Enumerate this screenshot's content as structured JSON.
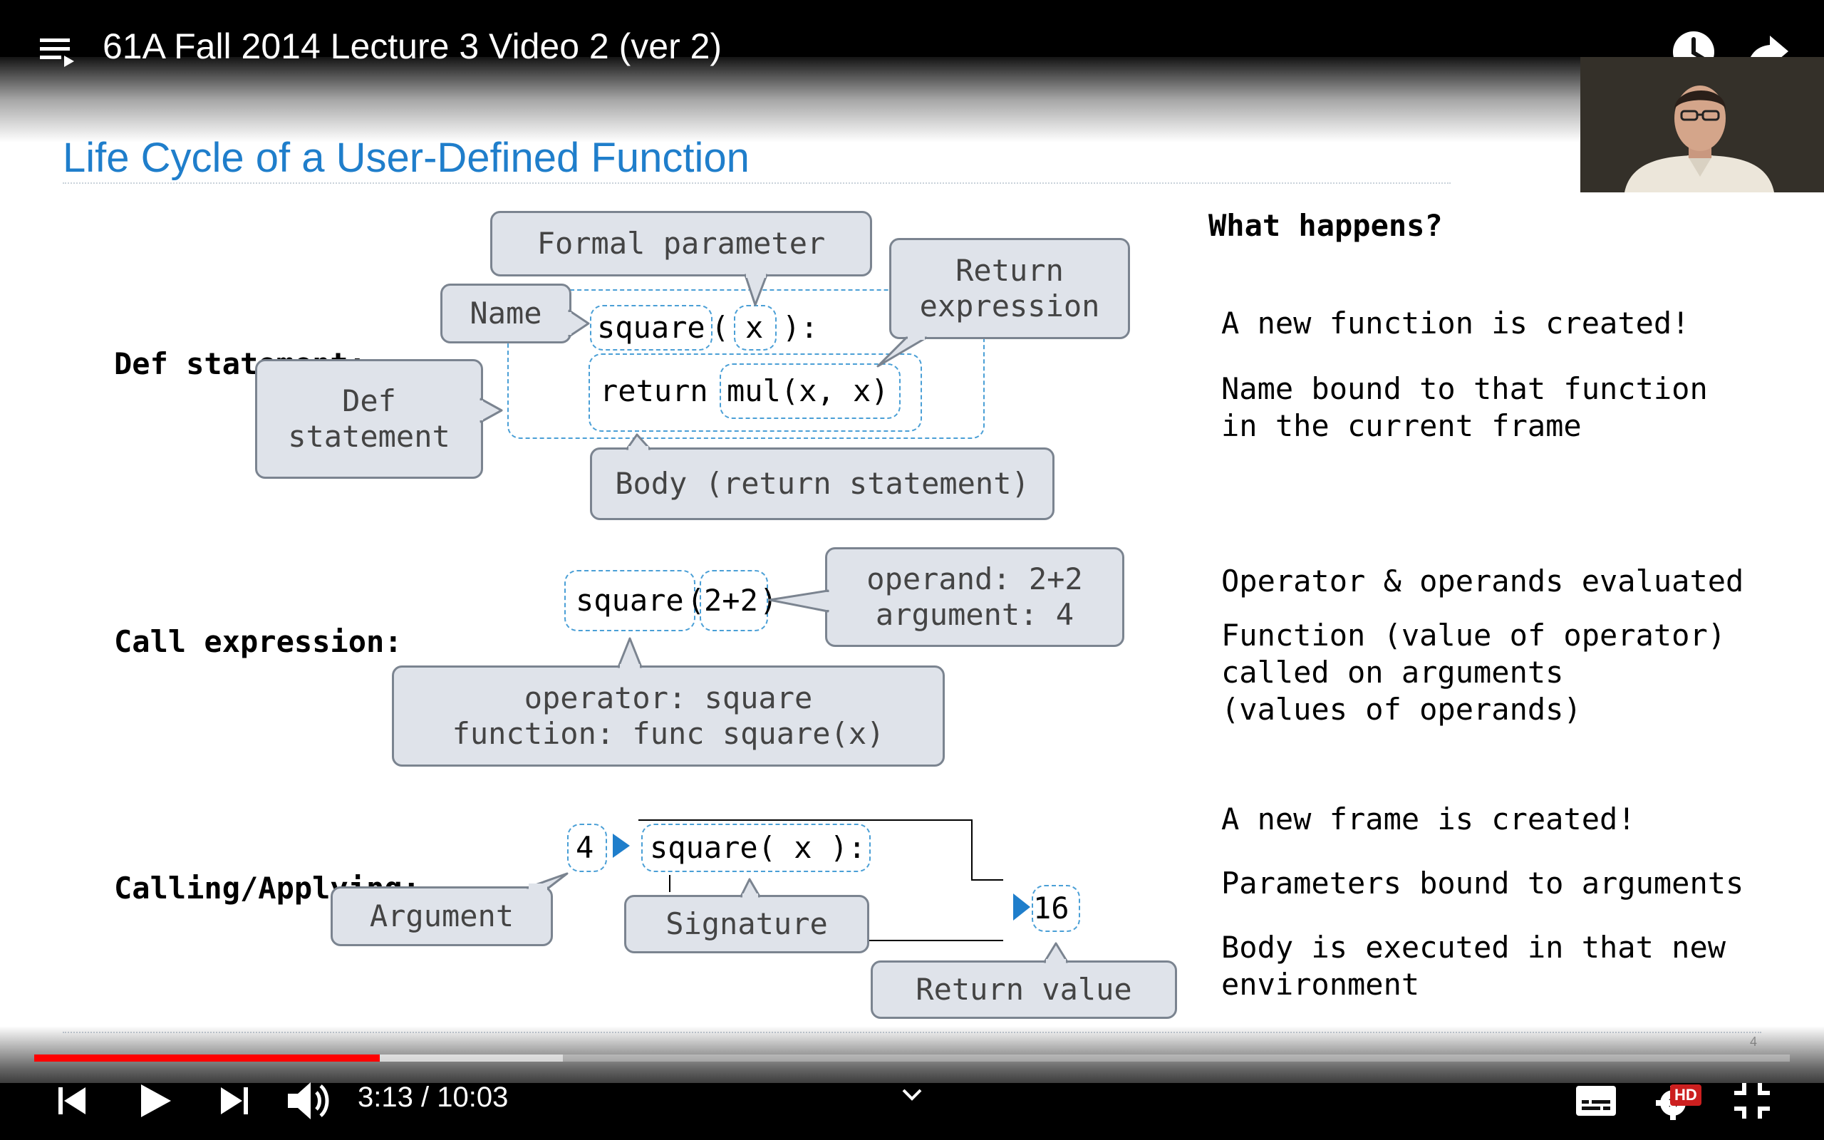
{
  "player": {
    "video_title": "61A Fall 2014 Lecture 3 Video 2 (ver 2)",
    "time_current": "3:13",
    "time_separator": "/",
    "time_total": "10:03",
    "progress_played": 0.197,
    "progress_buffered": 0.301,
    "quality_badge": "HD",
    "colors": {
      "progress": "#ff0000",
      "badge": "#cc1f1f"
    }
  },
  "slide": {
    "title": "Life Cycle of a User-Defined Function",
    "slide_number": "4",
    "sections": {
      "def": {
        "label": "Def statement:",
        "sig_name": "square",
        "sig_open": "(",
        "sig_param": "x",
        "sig_close": "):",
        "return_kw": "return",
        "return_expr": "mul(x, x)",
        "bubble_formal_parameter": "Formal parameter",
        "bubble_name": "Name",
        "bubble_return_expression": "Return\nexpression",
        "bubble_def_statement": "Def\nstatement",
        "bubble_body": "Body (return statement)"
      },
      "call": {
        "label": "Call expression:",
        "operator": "square",
        "paren_open": "(",
        "operand": "2+2",
        "paren_close": ")",
        "bubble_operand": "operand: 2+2\nargument: 4",
        "bubble_operator": "operator: square\nfunction: func square(x)"
      },
      "apply": {
        "label": "Calling/Applying:",
        "argument_value": "4",
        "signature": "square( x ):",
        "return_value": "16",
        "bubble_argument": "Argument",
        "bubble_signature": "Signature",
        "bubble_return_value": "Return value"
      }
    },
    "right_column": {
      "heading": "What happens?",
      "def_lines": [
        "A new function is created!",
        "Name bound to that function\nin the current frame"
      ],
      "call_lines": [
        "Operator & operands evaluated",
        "Function (value of operator)\ncalled on arguments\n(values of operands)"
      ],
      "apply_lines": [
        "A new frame is created!",
        "Parameters bound to arguments",
        "Body is executed in that new\nenvironment"
      ]
    }
  }
}
